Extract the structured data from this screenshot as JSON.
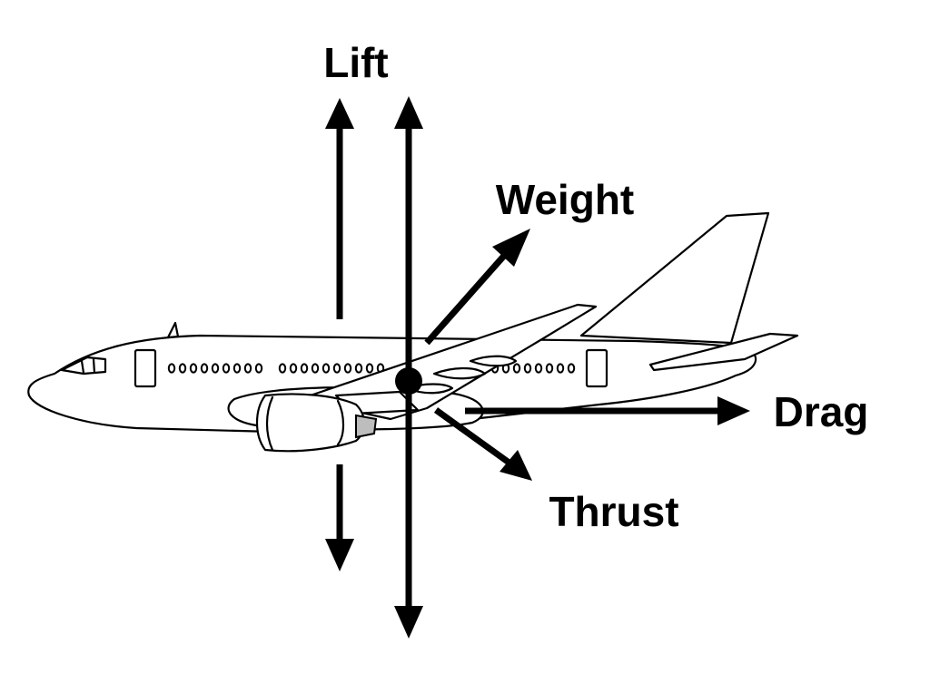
{
  "labels": {
    "lift": "Lift",
    "weight": "Weight",
    "drag": "Drag",
    "thrust": "Thrust"
  },
  "colors": {
    "ink": "#000000",
    "background": "#ffffff",
    "engine_shade": "#bdbdbd"
  },
  "icons": {
    "aircraft": "airliner-side-view",
    "center_of_gravity": "filled-circle"
  }
}
